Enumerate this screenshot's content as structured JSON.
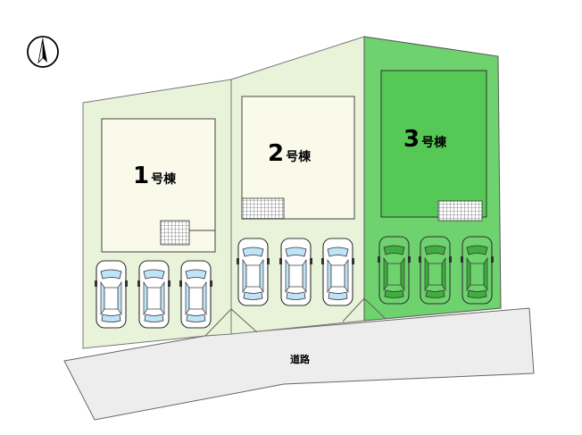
{
  "compass": {
    "icon": "north-arrow-icon"
  },
  "lots": [
    {
      "number": "1",
      "suffix": "号棟",
      "highlighted": false,
      "parking_spaces": 3
    },
    {
      "number": "2",
      "suffix": "号棟",
      "highlighted": false,
      "parking_spaces": 3
    },
    {
      "number": "3",
      "suffix": "号棟",
      "highlighted": true,
      "parking_spaces": 3
    }
  ],
  "road": {
    "label": "道路"
  },
  "colors": {
    "lot_fill": "#e9f3d9",
    "lot_highlight_fill": "#6ed26e",
    "building_fill": "#fafaeb",
    "building_highlight_fill": "#56c856",
    "road_fill": "#ededed",
    "car_window": "#bfe4f7"
  }
}
